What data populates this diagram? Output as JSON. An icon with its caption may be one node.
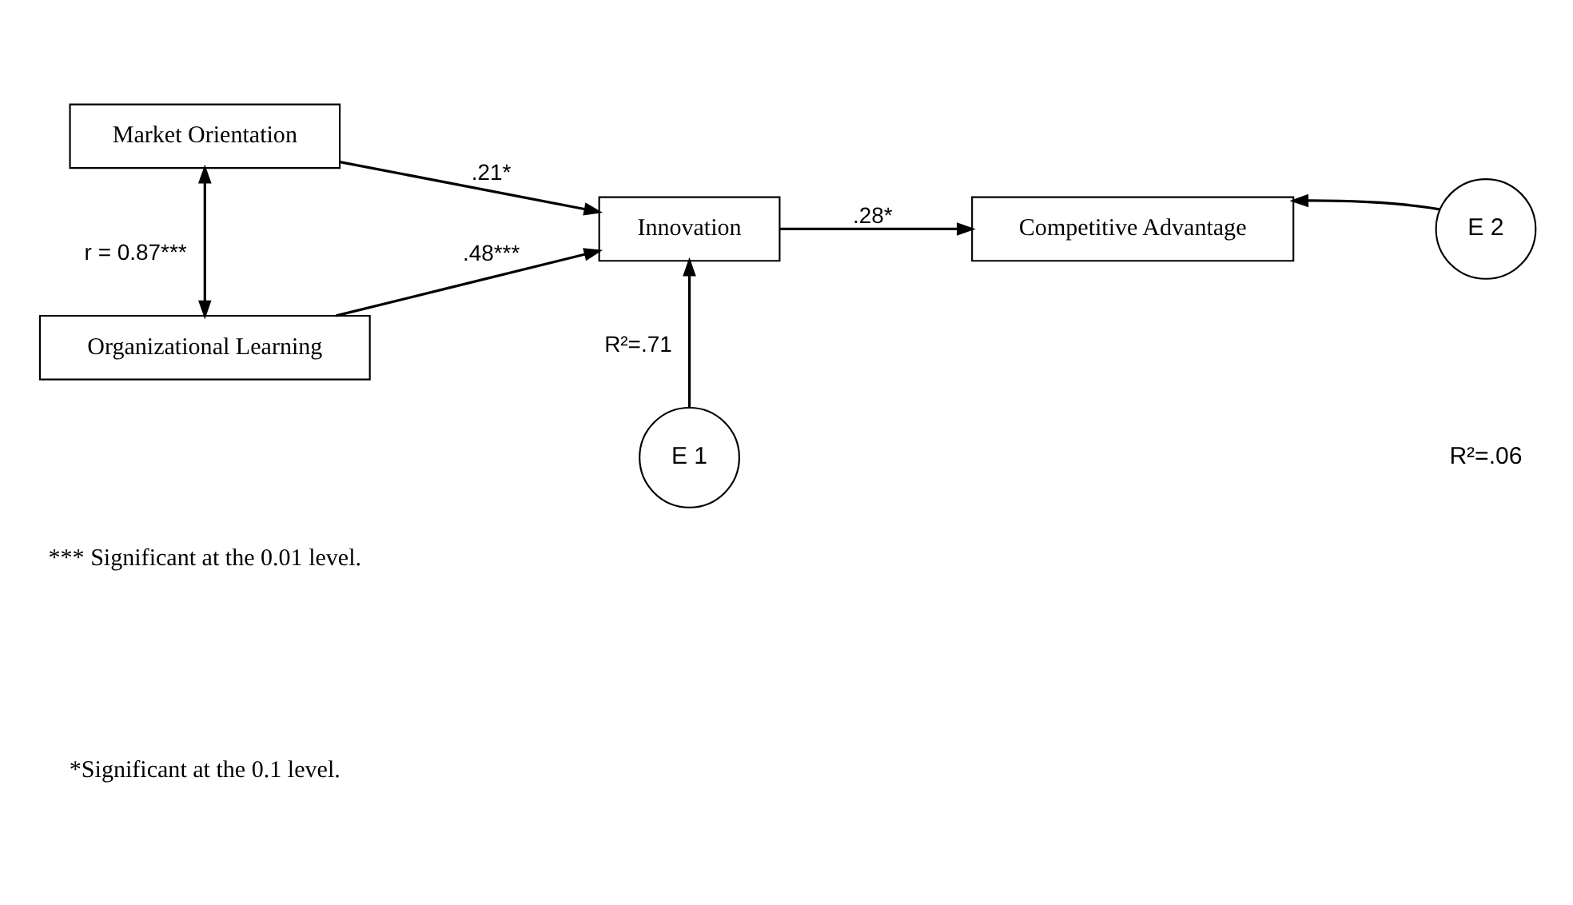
{
  "diagram": {
    "nodes": [
      {
        "text": [
          "Market Orientation"
        ]
      },
      {
        "text": [
          "Organizational Learning"
        ]
      },
      {
        "text": [
          "Innovation"
        ]
      },
      {
        "text": [
          "Competitive Advantage"
        ]
      },
      {
        "text": [
          "E 1"
        ]
      },
      {
        "text": [
          "E 2"
        ]
      }
    ],
    "edges": [
      {
        "from": 0,
        "to": 1,
        "arrow": "both",
        "label": "r = 0.87***"
      },
      {
        "from": 0,
        "to": 2,
        "arrow": "to",
        "label": ".21*"
      },
      {
        "from": 1,
        "to": 2,
        "arrow": "to",
        "label": ".48***"
      },
      {
        "from": 2,
        "to": 3,
        "arrow": "to",
        "label": ".28*"
      },
      {
        "from": 4,
        "to": 2,
        "arrow": "to",
        "label": "R²=.71"
      },
      {
        "from": 5,
        "to": 3,
        "arrow": "to"
      }
    ],
    "labels": [
      "R²=.06",
      "*** Significant at the 0.01 level.",
      "*Significant at the 0.1 level."
    ]
  }
}
